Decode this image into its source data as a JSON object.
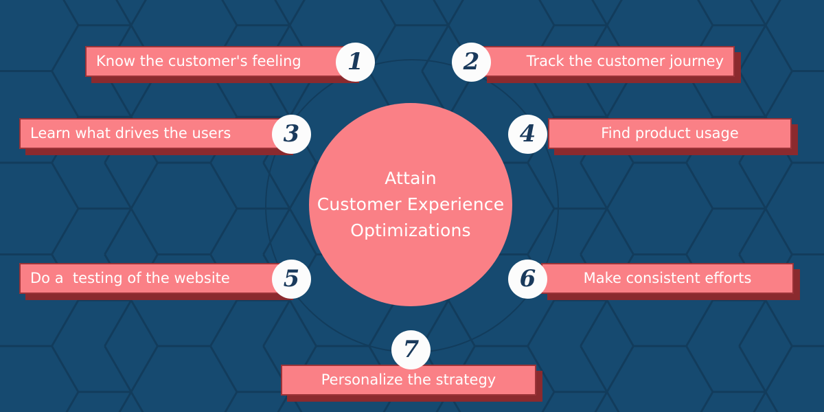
{
  "colors": {
    "background_navy": "#164A70",
    "hex_outline": "#123C5C",
    "salmon": "#FA8086",
    "bar_border_dark_red": "#9B3338",
    "bar_shadow_dark_red": "#8B2A2E",
    "badge_white": "#FCFCFC",
    "badge_number_navy": "#1A3A5C",
    "text_white": "#FFFFFF"
  },
  "center": {
    "line1": "Attain",
    "line2": "Customer Experience",
    "line3": "Optimizations"
  },
  "steps": [
    {
      "number": "1",
      "label": "Know the customer's feeling",
      "side": "left"
    },
    {
      "number": "2",
      "label": "Track the customer journey",
      "side": "right"
    },
    {
      "number": "3",
      "label": "Learn what drives the users",
      "side": "left"
    },
    {
      "number": "4",
      "label": "Find product usage",
      "side": "right"
    },
    {
      "number": "5",
      "label": "Do a  testing of the website",
      "side": "left"
    },
    {
      "number": "6",
      "label": "Make consistent efforts",
      "side": "right"
    },
    {
      "number": "7",
      "label": "Personalize the strategy",
      "side": "bottom"
    }
  ]
}
